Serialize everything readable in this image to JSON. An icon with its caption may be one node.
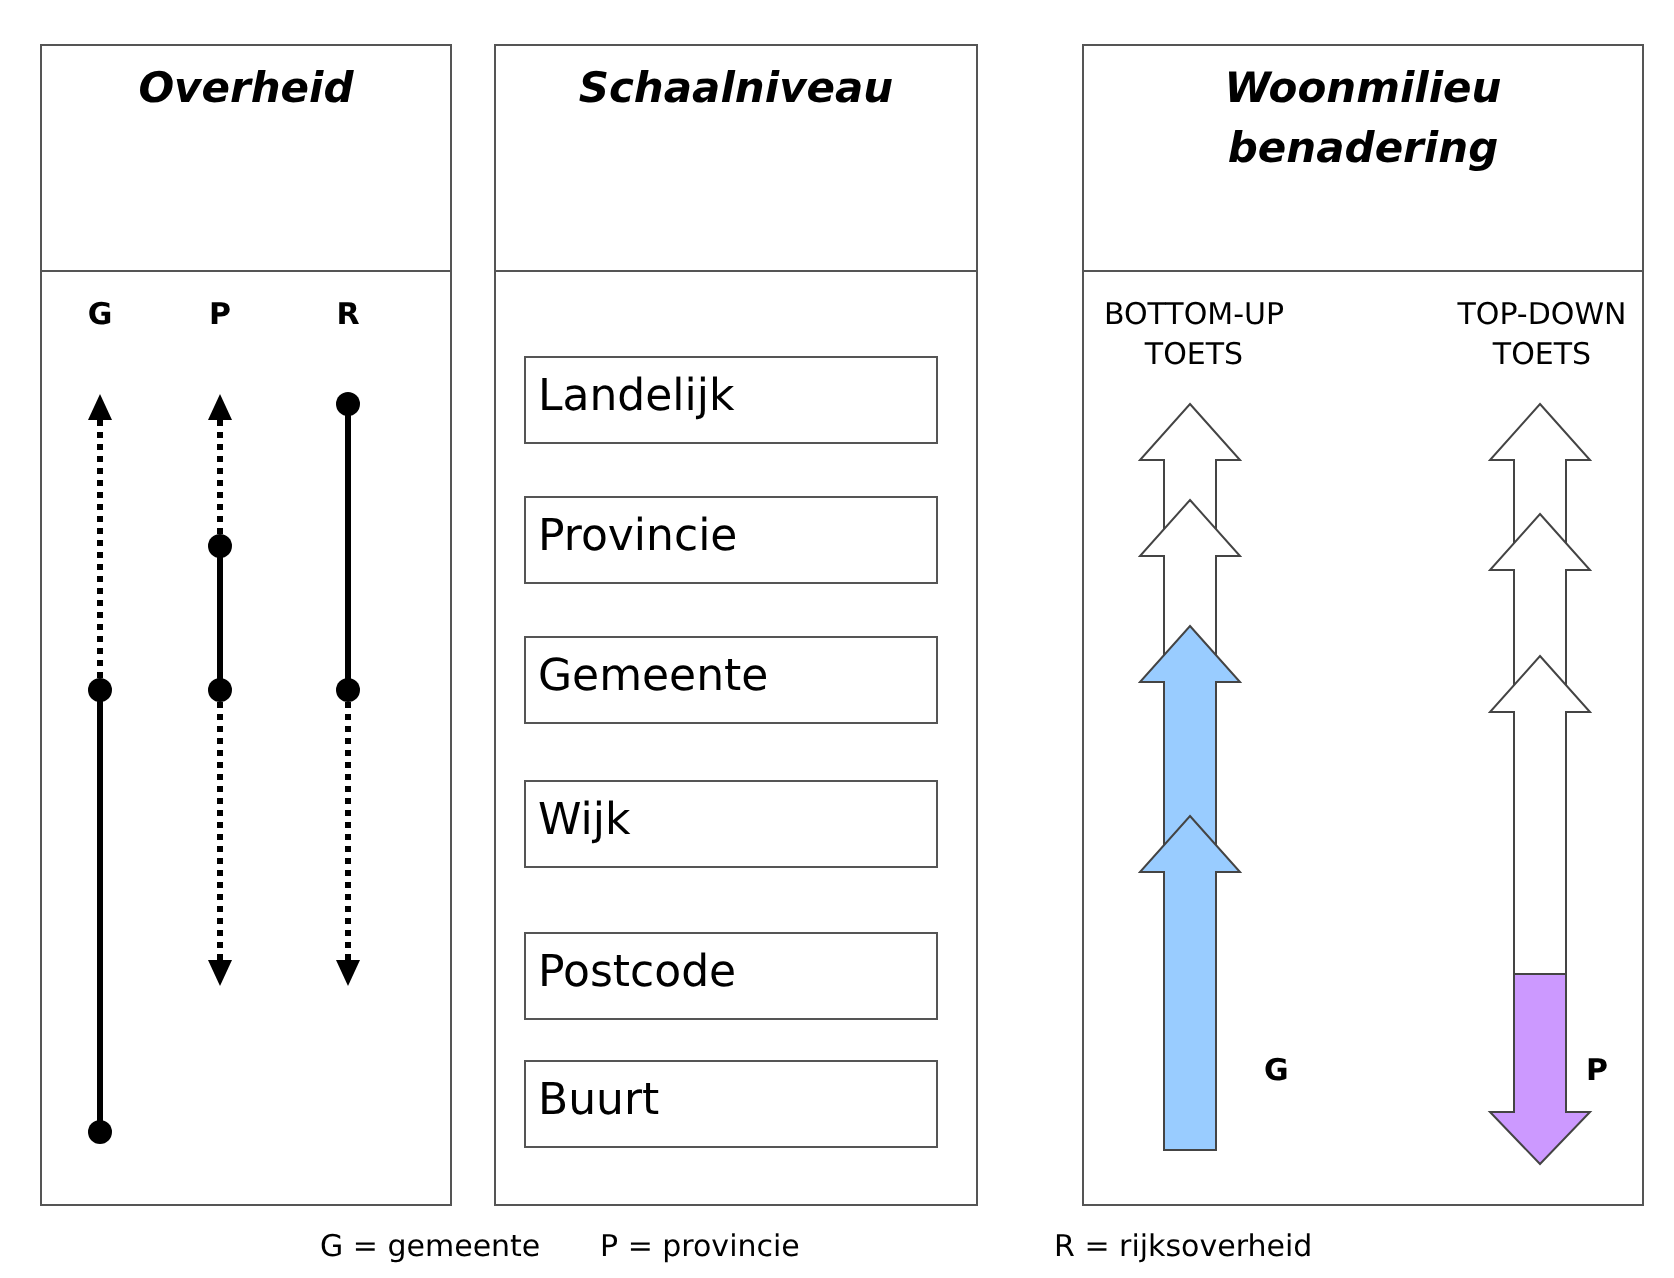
{
  "diagram": {
    "nodes": [
      {
        "text": [
          "Overheid"
        ]
      },
      {
        "text": [
          "Schaalniveau"
        ]
      },
      {
        "text": [
          "Landelijk"
        ],
        "in": 1
      },
      {
        "text": [
          "Provincie"
        ],
        "in": 1
      },
      {
        "text": [
          "Gemeente"
        ],
        "in": 1
      },
      {
        "text": [
          "Wijk"
        ],
        "in": 1
      },
      {
        "text": [
          "Postcode"
        ],
        "in": 1
      },
      {
        "text": [
          "Buurt"
        ],
        "in": 1
      },
      {
        "text": [
          "Woonmilieu benadering"
        ]
      }
    ],
    "edges": [],
    "labels": [
      "G",
      "P",
      "R",
      "BOTTOM-UP TOETS",
      "TOP-DOWN TOETS",
      "G",
      "P",
      "G = gemeente",
      "P = provincie",
      "R = rijksoverheid"
    ]
  }
}
